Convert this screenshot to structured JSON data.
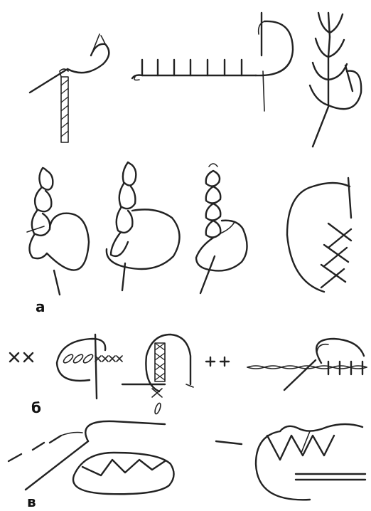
{
  "figure": {
    "labels": {
      "a": "а",
      "b": "б",
      "v": "в"
    }
  }
}
